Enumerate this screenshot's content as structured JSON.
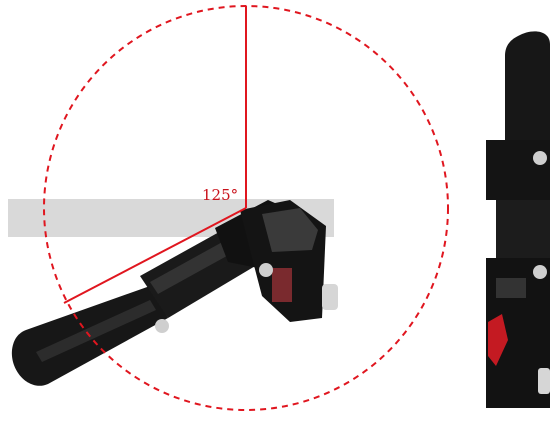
{
  "figure": {
    "angle_label": "125°",
    "colors": {
      "annotation": "#e0161f",
      "angle_text": "#c9121b",
      "band": "#d9d9d9",
      "mount_body": "#171717",
      "mount_highlight": "#3a3a3a",
      "knob": "#cfcfcf",
      "lever": "#c41a22"
    },
    "left_object": "folding-mount-arm-angled",
    "right_object": "folding-mount-arm-vertical"
  }
}
